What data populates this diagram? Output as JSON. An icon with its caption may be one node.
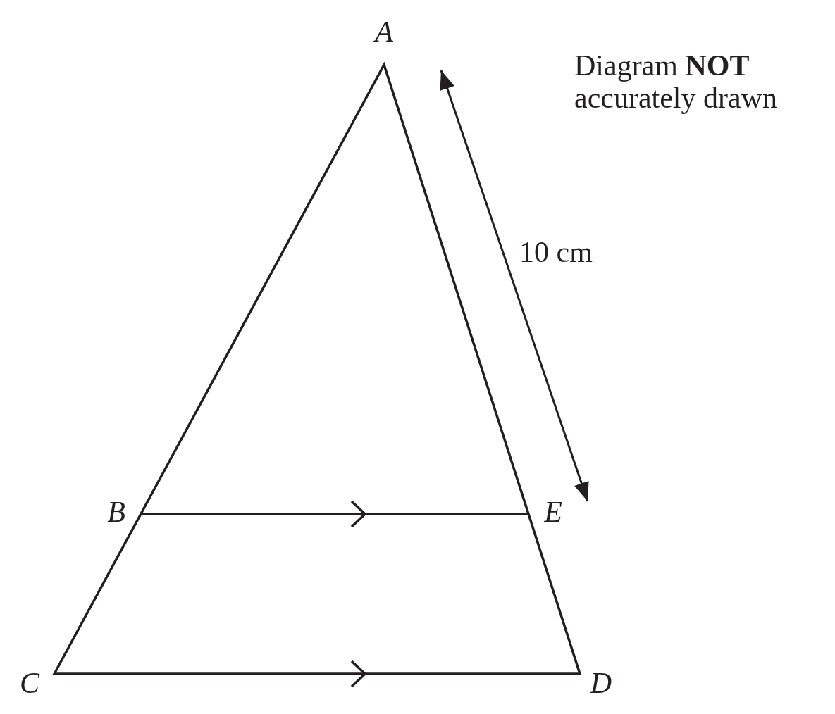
{
  "diagram": {
    "labels": [
      "A",
      "Diagram **NOT** accurately drawn",
      "10 cm",
      "B",
      "E",
      "C",
      "D"
    ]
  }
}
